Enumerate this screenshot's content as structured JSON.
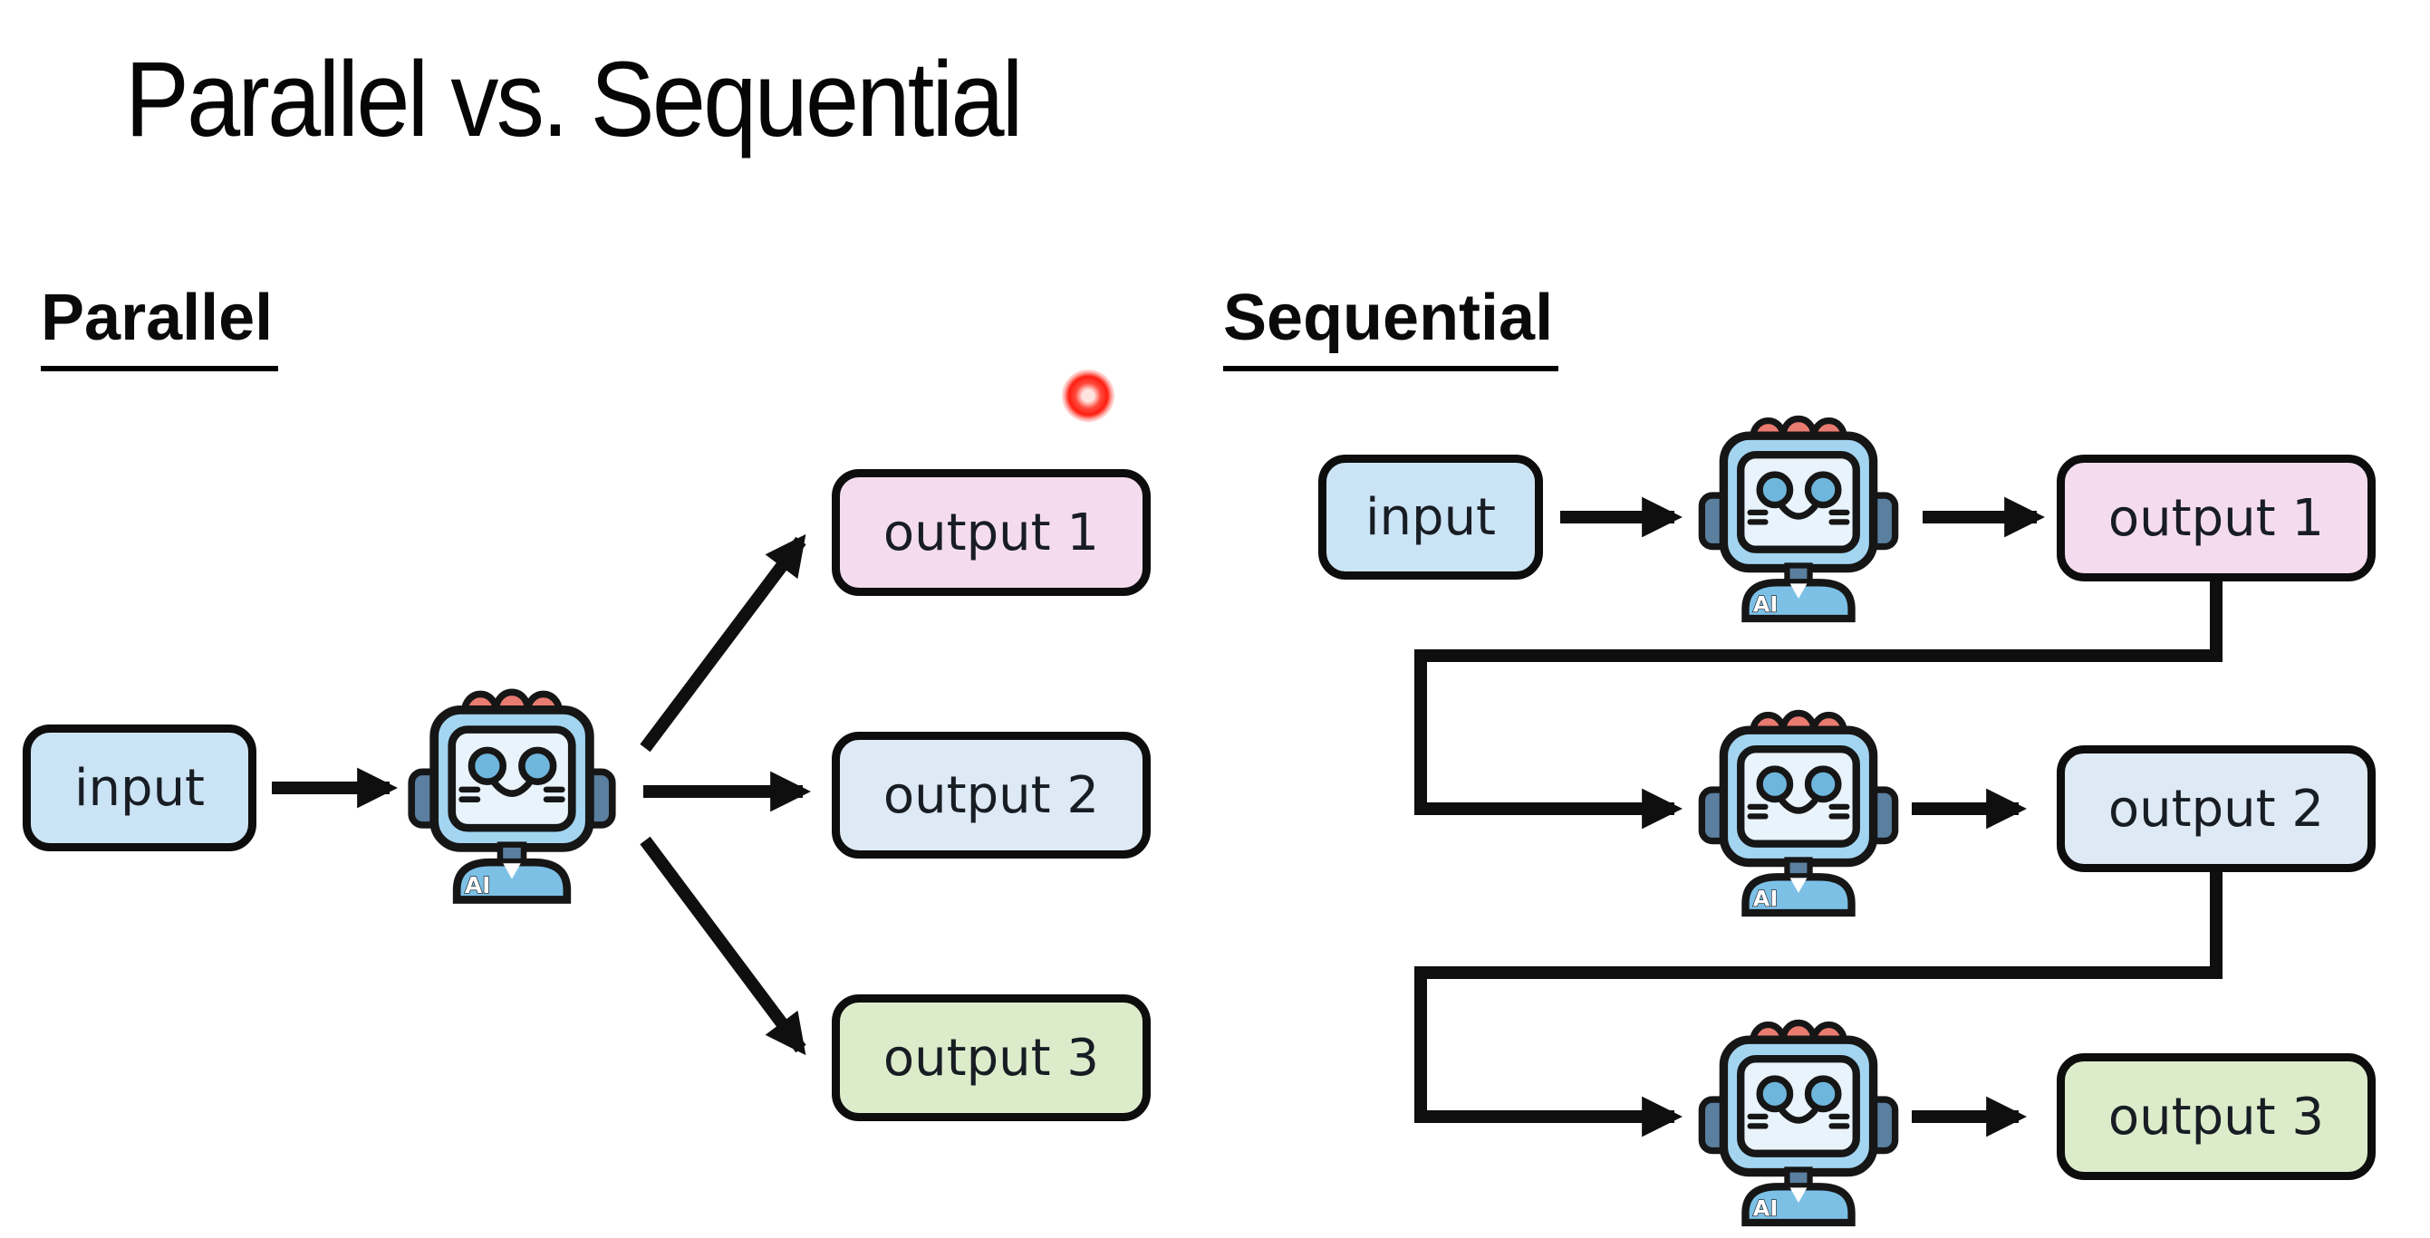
{
  "title": "Parallel vs. Sequential",
  "parallel": {
    "heading": "Parallel",
    "input_label": "input",
    "outputs": [
      {
        "label": "output 1"
      },
      {
        "label": "output 2"
      },
      {
        "label": "output 3"
      }
    ]
  },
  "sequential": {
    "heading": "Sequential",
    "input_label": "input",
    "outputs": [
      {
        "label": "output 1"
      },
      {
        "label": "output 2"
      },
      {
        "label": "output 3"
      }
    ]
  },
  "robot_badge": "AI",
  "colors": {
    "background": "#ffffff",
    "input_fill": "#cbe4f5",
    "output_1_fill": "#f4dcee",
    "output_2_fill": "#dde9f4",
    "output_3_fill": "#dcecca",
    "box_border": "#0d0d0d",
    "connector": "#0f0f0f",
    "laser_dot": "#ff2a1e"
  }
}
